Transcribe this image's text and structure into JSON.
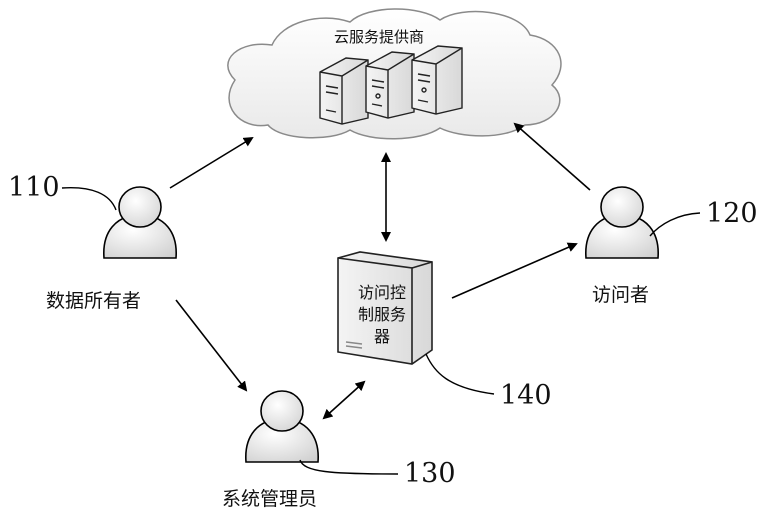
{
  "cloud": {
    "title": "云服务提供商"
  },
  "nodes": {
    "data_owner": {
      "label": "数据所有者",
      "ref": "110"
    },
    "visitor": {
      "label": "访问者",
      "ref": "120"
    },
    "admin": {
      "label": "系统管理员",
      "ref": "130"
    },
    "access_server": {
      "lines": [
        "访问控",
        "制服务",
        "器"
      ],
      "ref": "140"
    }
  }
}
